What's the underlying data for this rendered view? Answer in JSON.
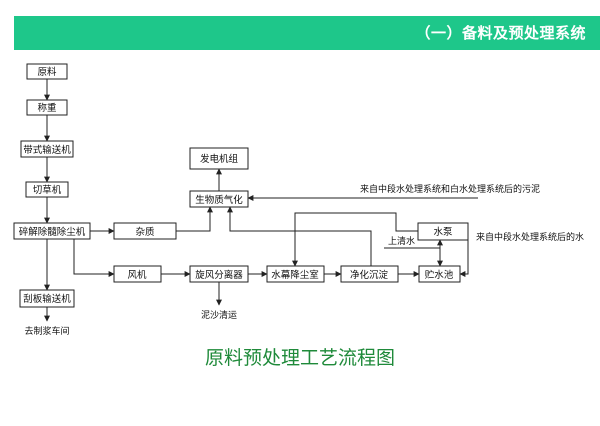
{
  "header": {
    "title": "（一）备料及预处理系统",
    "color": "#1ec78a"
  },
  "diagram": {
    "caption": "原料预处理工艺流程图",
    "caption_color": "#1f8a3a",
    "nodes": {
      "raw_material": "原料",
      "weighing": "称重",
      "belt_conveyor": "带式输送机",
      "straw_cutter": "切草机",
      "crusher_pith_dust_remover": "碎解除髓除尘机",
      "scraper_conveyor": "刮板输送机",
      "impurities": "杂质",
      "fan": "风机",
      "cyclone_separator": "旋风分离器",
      "water_curtain_dust_chamber": "水幕降尘室",
      "purification_sedimentation": "净化沉淀",
      "water_storage_tank": "贮水池",
      "water_pump": "水泵",
      "biomass_gasification": "生物质气化",
      "generator_set": "发电机组"
    },
    "notes": {
      "to_pulping": "去制浆车间",
      "sludge_removal": "泥沙清运",
      "sludge_source": "来自中段水处理系统和白水处理系统后的污泥",
      "clean_water": "上清水",
      "water_source": "来自中段水处理系统后的水"
    }
  }
}
